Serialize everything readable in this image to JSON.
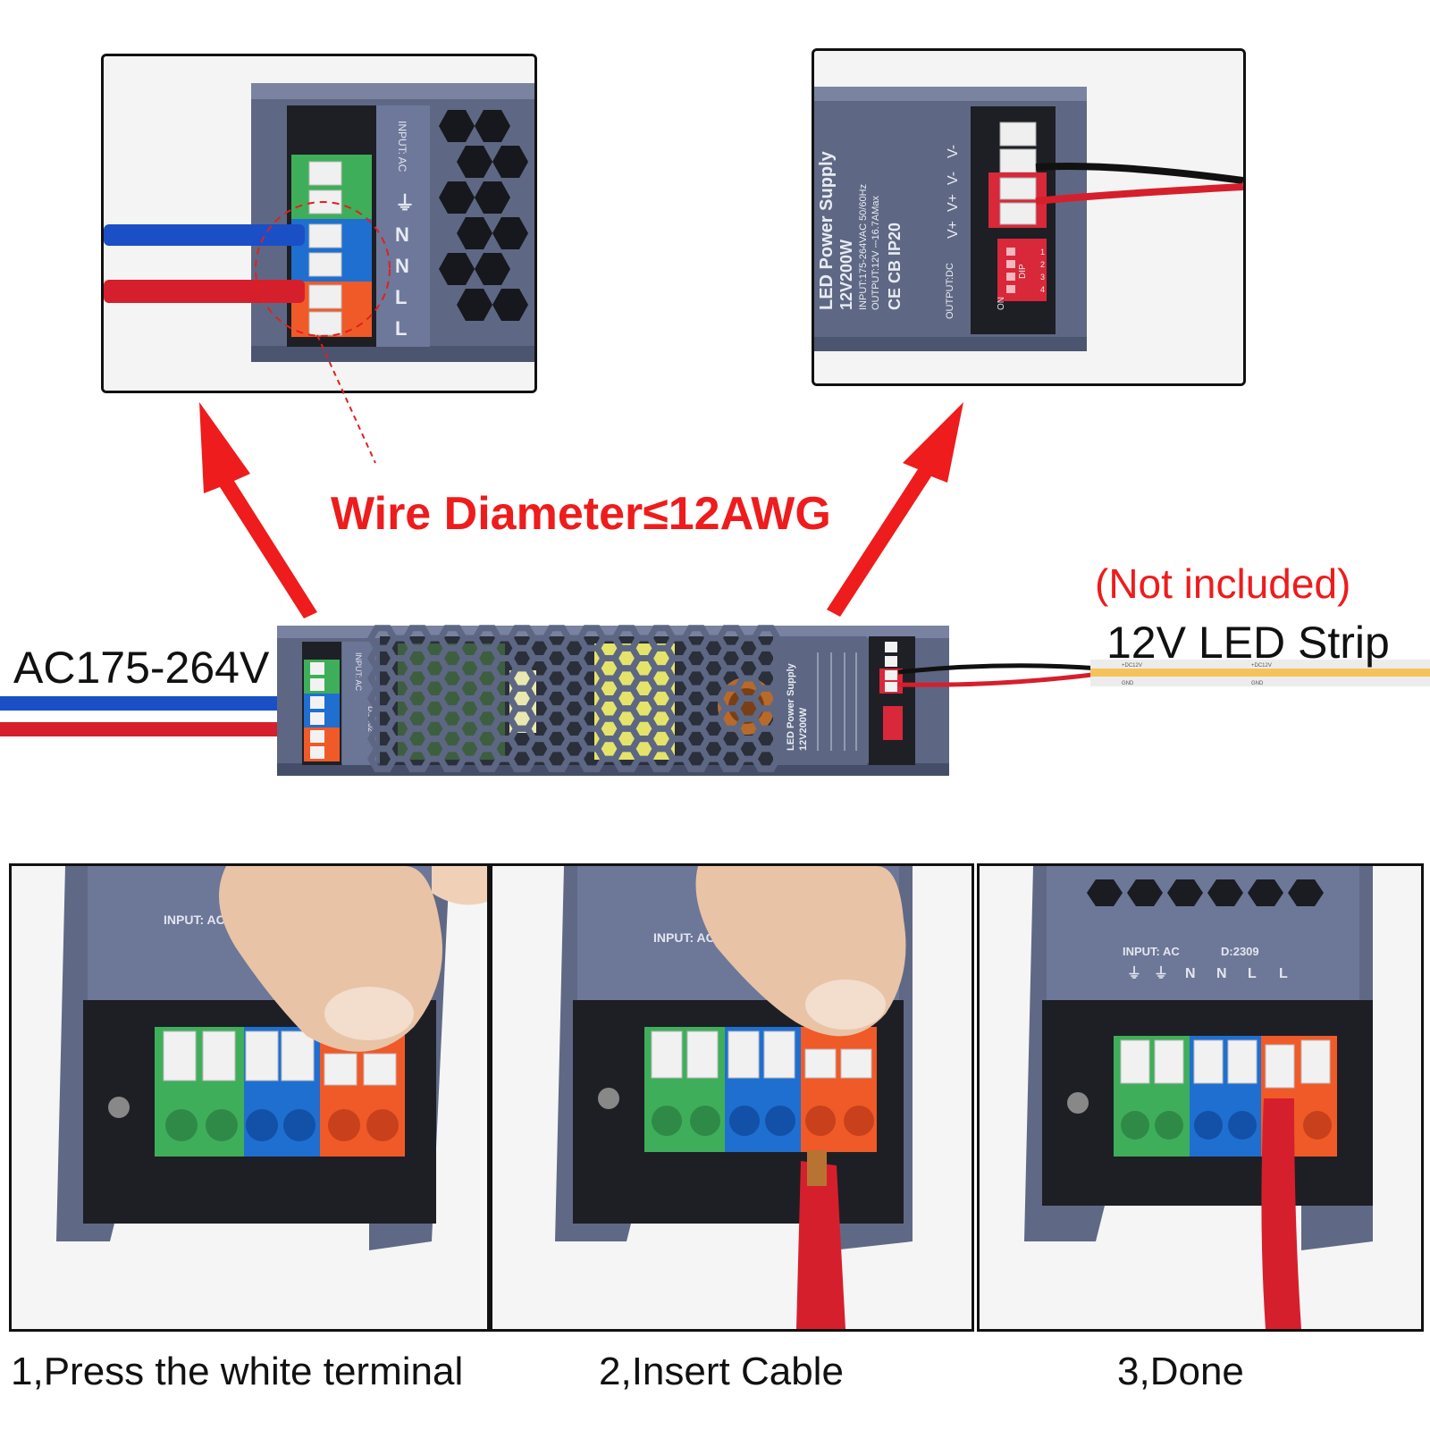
{
  "headline": "Wire Diameter≤12AWG",
  "ac_label": "AC175-264V",
  "not_included": "(Not included)",
  "strip_label": "12V LED Strip",
  "steps": [
    {
      "caption": "1,Press the white terminal"
    },
    {
      "caption": "2,Insert Cable"
    },
    {
      "caption": "3,Done"
    }
  ],
  "input_panel": {
    "input_text": "INPUT: AC",
    "terminal_marks": [
      "⏚",
      "N",
      "N",
      "L",
      "L"
    ]
  },
  "output_panel": {
    "title": "LED Power Supply",
    "model": "12V200W",
    "spec_input": "INPUT:175-264VAC 50/60Hz",
    "spec_output": "OUTPUT:12V ⎓16.7AMax",
    "cert": "CE CB IP20",
    "output_label": "OUTPUT:DC",
    "terminal_marks": [
      "V+",
      "V+",
      "V-",
      "V-"
    ],
    "dip_label": "DIP",
    "dip_on": "ON",
    "dip_numbers": [
      "1",
      "2",
      "3",
      "4"
    ]
  },
  "main_device": {
    "input_text": "INPUT: AC",
    "code": "D:2402",
    "title": "LED Power Supply",
    "model": "12V200W"
  },
  "step3_device": {
    "input_text": "INPUT: AC",
    "code": "D:2309",
    "terminal_marks": [
      "⏚",
      "⏚",
      "N",
      "N",
      "L",
      "L"
    ]
  },
  "strip_marks": {
    "top": "+DC12V",
    "bottom": "GND"
  },
  "colors": {
    "headline_red": "#ee1c1c",
    "device_body": "#5d6783",
    "wire_blue": "#1b4fc6",
    "wire_red": "#d61f2c",
    "terminal_green": "#3fae5a",
    "terminal_blue": "#1f6fd0",
    "terminal_orange": "#f05a28",
    "led_yellow": "#f6c35a"
  }
}
